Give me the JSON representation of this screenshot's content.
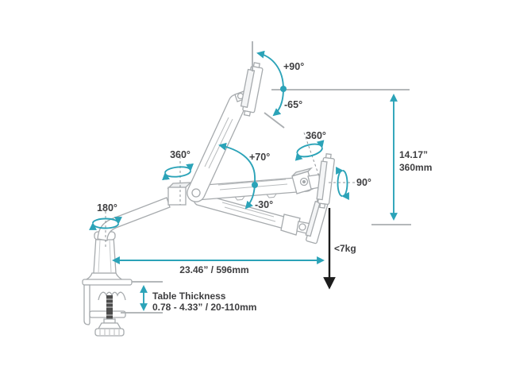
{
  "diagram": {
    "colors": {
      "accent_teal": "#2BA3B8",
      "structure_gray": "#A6AAAD",
      "text_dark": "#3E3E40",
      "load_arrow_black": "#1C1C1C"
    },
    "angles": {
      "monitor_tilt_up": "+90°",
      "monitor_tilt_down": "-65°",
      "elbow_rotation": "360°",
      "arm_lift_up": "+70°",
      "arm_lift_down": "-30°",
      "head_rotation": "360°",
      "screen_pivot": "90°",
      "base_rotation": "180°"
    },
    "dimensions": {
      "height_inches": "14.17”",
      "height_mm": "360mm",
      "reach": "23.46” / 596mm",
      "max_load": "<7kg",
      "table_thickness_title": "Table Thickness",
      "table_thickness_range": "0.78 - 4.33” / 20-110mm"
    }
  }
}
